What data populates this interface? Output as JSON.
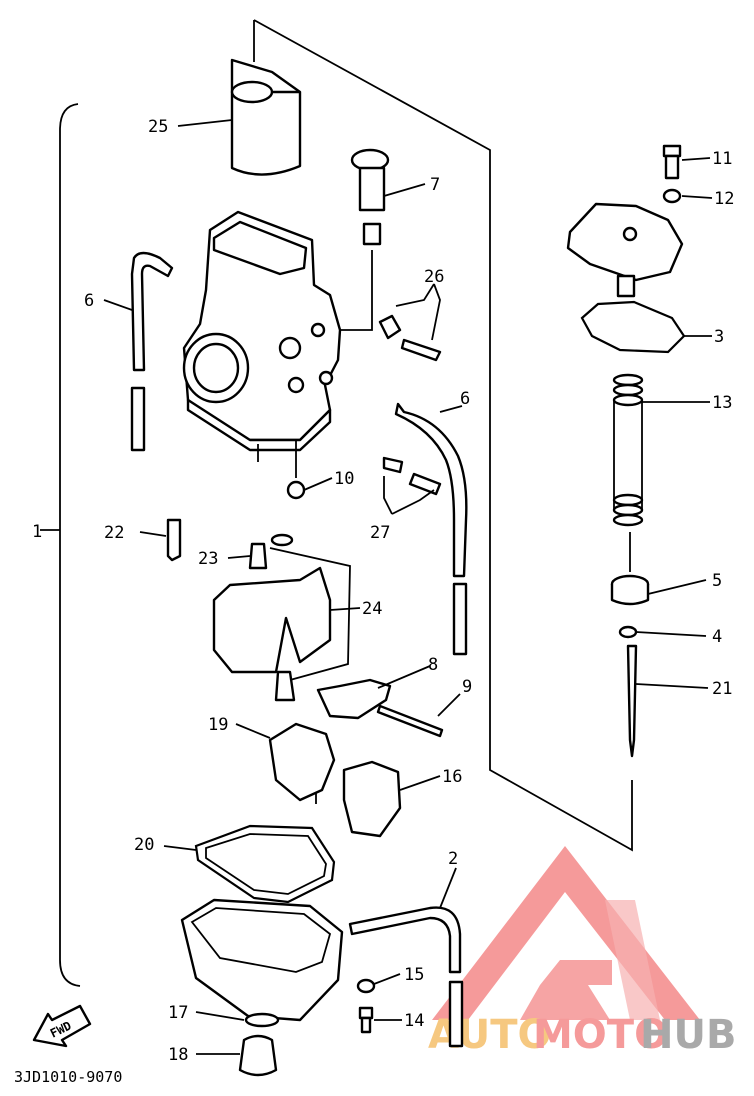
{
  "diagram": {
    "code": "3JD1010-9070",
    "fwd_label": "FWD",
    "watermark": {
      "brand_part1": "AUTO",
      "brand_part2": "MOTO",
      "brand_part3": "HUB",
      "colors": {
        "part1": "#f6c880",
        "part2": "#f59a9a",
        "part3": "#a9a9a9",
        "logo": "#f59a9a"
      }
    },
    "callouts": {
      "n1": "1",
      "n2": "2",
      "n3": "3",
      "n4": "4",
      "n5": "5",
      "n6a": "6",
      "n6b": "6",
      "n7": "7",
      "n8": "8",
      "n9": "9",
      "n10": "10",
      "n11": "11",
      "n12": "12",
      "n13": "13",
      "n14": "14",
      "n15": "15",
      "n16": "16",
      "n17": "17",
      "n18": "18",
      "n19": "19",
      "n20": "20",
      "n21": "21",
      "n22": "22",
      "n23": "23",
      "n24": "24",
      "n25": "25",
      "n26": "26",
      "n27": "27"
    }
  }
}
